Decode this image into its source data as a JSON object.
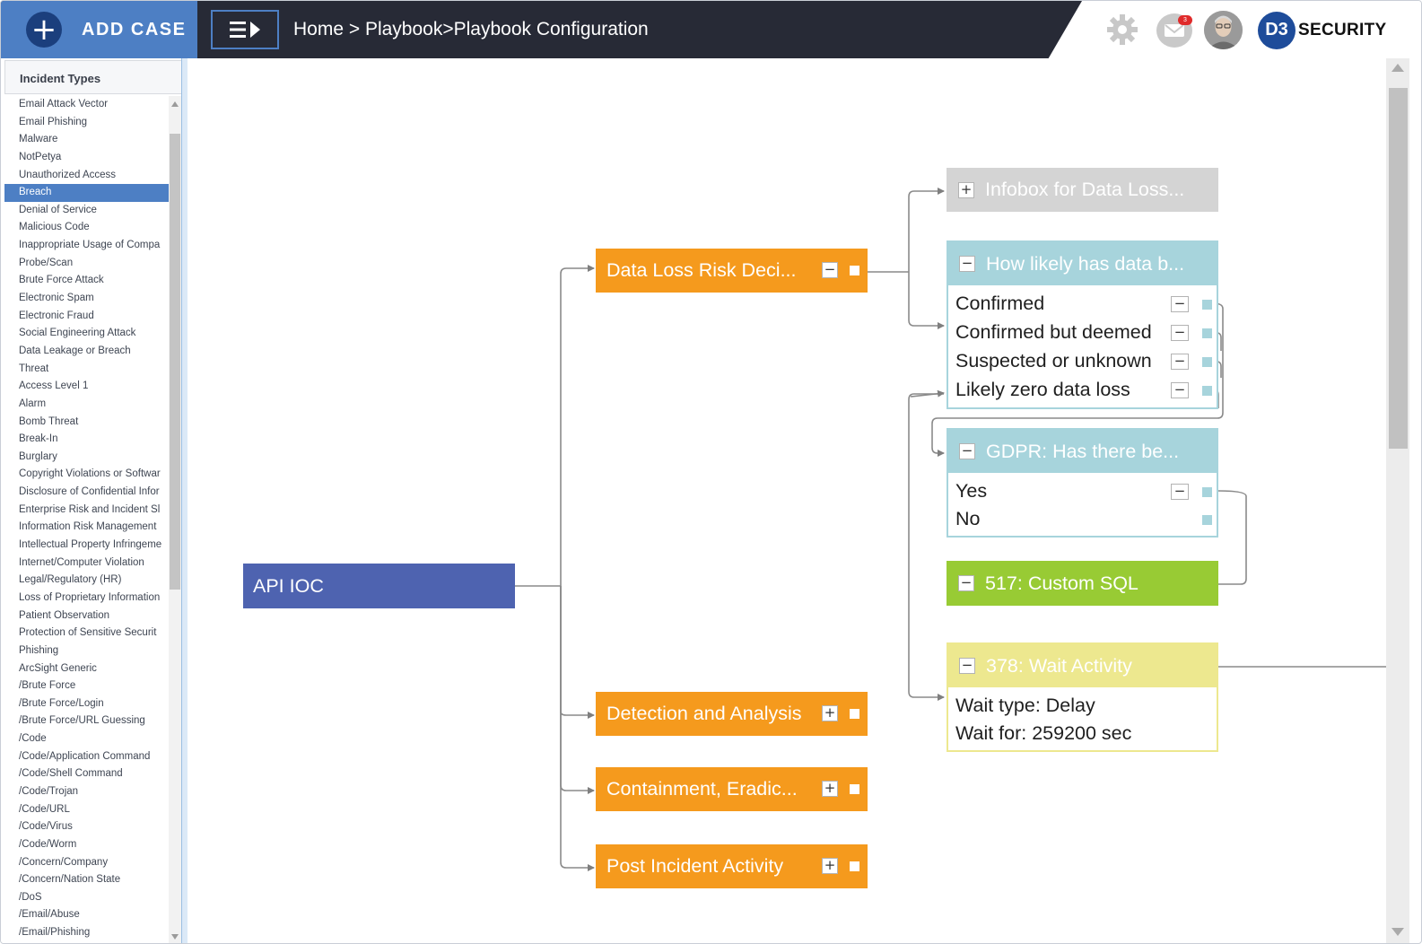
{
  "header": {
    "add_case_label": "ADD CASE",
    "breadcrumb": "Home > Playbook>Playbook Configuration",
    "mail_badge": "3",
    "logo_mark": "D3",
    "logo_word": "SECURITY"
  },
  "sidebar": {
    "title": "Incident Types",
    "selected": "Breach",
    "items": [
      "Email Attack Vector",
      "Email Phishing",
      "Malware",
      "NotPetya",
      "Unauthorized Access",
      "Breach",
      "Denial of Service",
      "Malicious Code",
      "Inappropriate Usage of Compa",
      "Probe/Scan",
      "Brute Force Attack",
      "Electronic Spam",
      "Electronic Fraud",
      "Social Engineering Attack",
      "Data Leakage or Breach",
      "Threat",
      "Access Level 1",
      "Alarm",
      "Bomb Threat",
      "Break-In",
      "Burglary",
      "Copyright Violations or Softwar",
      "Disclosure of Confidential Infor",
      "Enterprise Risk and Incident Sl",
      "Information Risk Management",
      "Intellectual Property Infringeme",
      "Internet/Computer Violation",
      "Legal/Regulatory (HR)",
      "Loss of Proprietary Information",
      "Patient Observation",
      "Protection of Sensitive Securit",
      "Phishing",
      "ArcSight Generic",
      "/Brute Force",
      "/Brute Force/Login",
      "/Brute Force/URL Guessing",
      "/Code",
      "/Code/Application Command",
      "/Code/Shell Command",
      "/Code/Trojan",
      "/Code/URL",
      "/Code/Virus",
      "/Code/Worm",
      "/Concern/Company",
      "/Concern/Nation State",
      "/DoS",
      "/Email/Abuse",
      "/Email/Phishing"
    ]
  },
  "flow": {
    "root": "API IOC",
    "stages": {
      "data_loss": "Data Loss Risk Deci...",
      "detection": "Detection and Analysis",
      "containment": "Containment, Eradic...",
      "post_incident": "Post Incident Activity"
    },
    "infobox": "Infobox for Data Loss...",
    "likelihood": {
      "question": "How likely has data b...",
      "options": [
        "Confirmed",
        "Confirmed but deemed",
        "Suspected or unknown",
        "Likely zero data loss"
      ]
    },
    "gdpr": {
      "question": "GDPR: Has there be...",
      "options": [
        "Yes",
        "No"
      ]
    },
    "custom_sql": "517: Custom SQL",
    "wait": {
      "title": "378: Wait Activity",
      "type_line": "Wait type: Delay",
      "duration_line": "Wait for: 259200 sec"
    },
    "toggle_expanded": "−",
    "toggle_collapsed": "+"
  },
  "colors": {
    "header_dark": "#272a36",
    "accent_blue": "#4d7fc4",
    "root_node": "#4e63b0",
    "stage_orange": "#f59a1d",
    "decision_teal": "#a7d4dc",
    "sql_green": "#98cb34",
    "wait_yellow": "#ede88f",
    "infobox_gray": "#d4d4d4"
  }
}
